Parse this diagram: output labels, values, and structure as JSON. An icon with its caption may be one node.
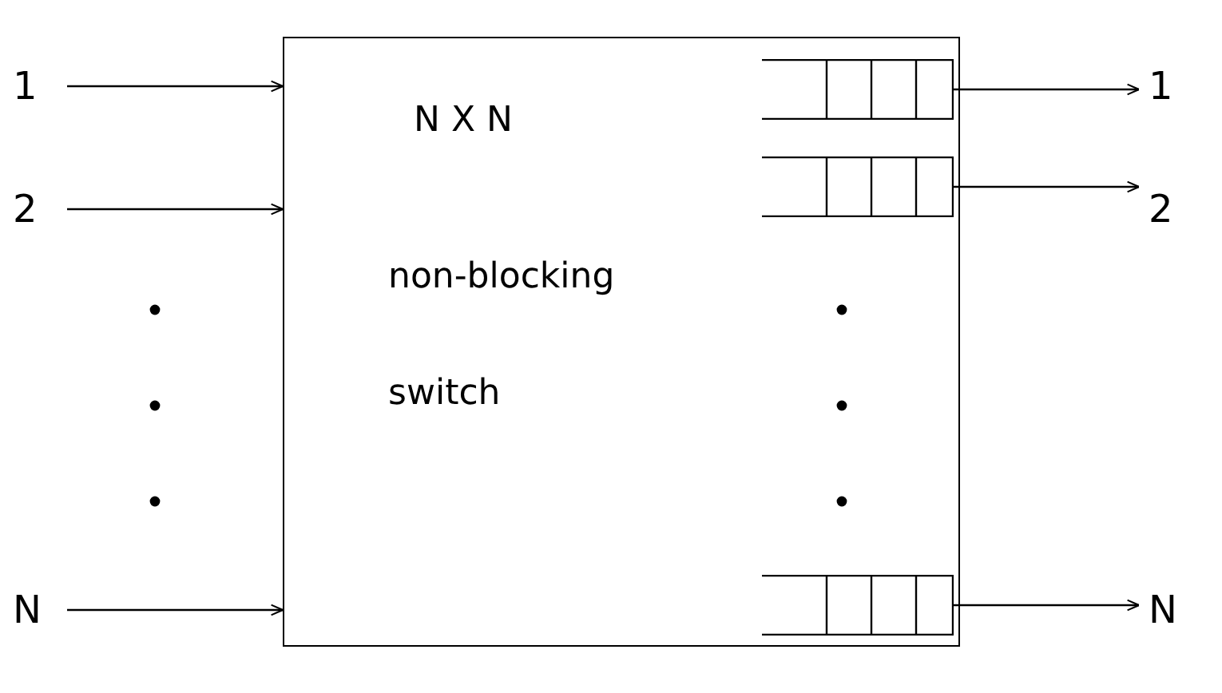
{
  "diagram": {
    "nodes": [
      {
        "text": [
          "N X N",
          "non-blocking",
          "switch"
        ]
      },
      {
        "text": [
          "1"
        ]
      },
      {
        "text": [
          "2"
        ]
      },
      {
        "text": [
          "N"
        ]
      },
      {
        "text": [],
        "shape": "box",
        "in": 0
      },
      {
        "text": [],
        "shape": "box",
        "in": 0
      },
      {
        "text": [],
        "shape": "box",
        "in": 0
      },
      {
        "text": [
          "1"
        ]
      },
      {
        "text": [
          "2"
        ]
      },
      {
        "text": [
          "N"
        ]
      }
    ],
    "edges": [
      {
        "from": 1,
        "to": 0,
        "arrow": "to"
      },
      {
        "from": 2,
        "to": 0,
        "arrow": "to"
      },
      {
        "from": 3,
        "to": 0,
        "arrow": "to"
      },
      {
        "from": 4,
        "to": 7,
        "arrow": "to"
      },
      {
        "from": 5,
        "to": 8,
        "arrow": "to"
      },
      {
        "from": 6,
        "to": 9,
        "arrow": "to"
      }
    ]
  }
}
